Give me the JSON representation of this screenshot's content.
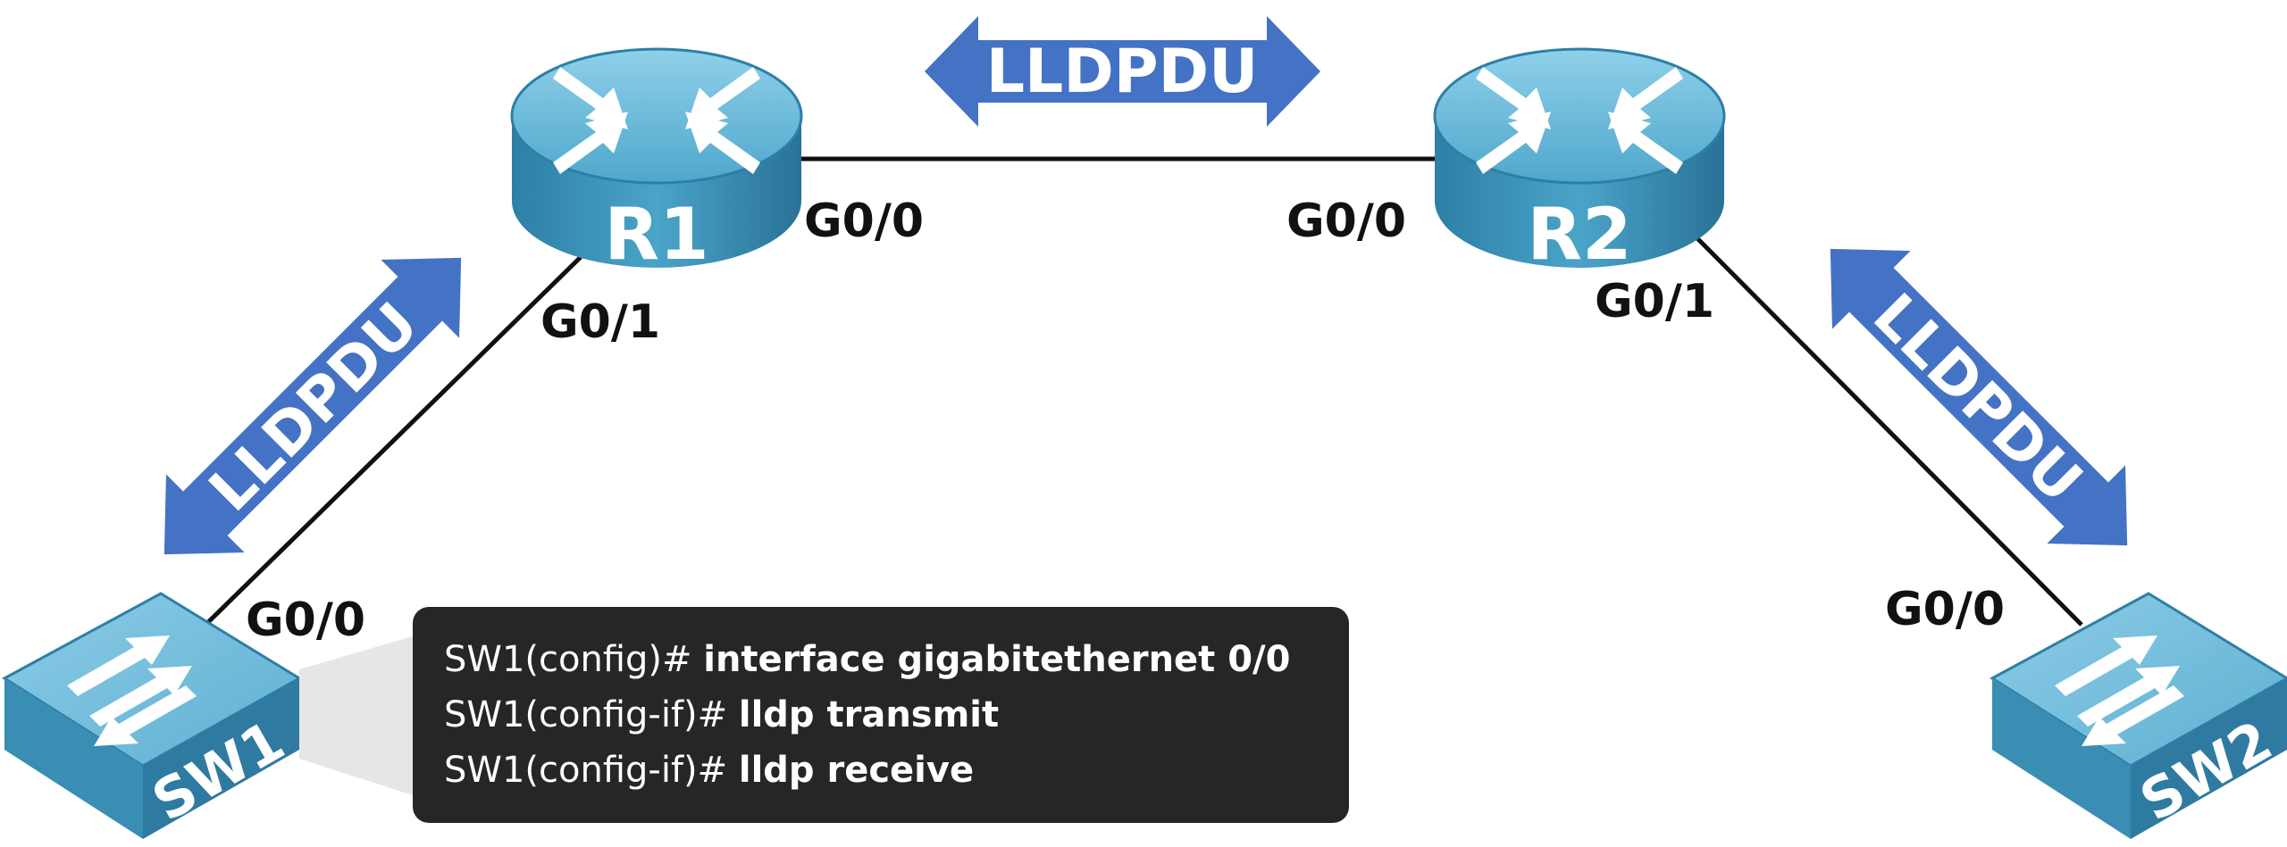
{
  "devices": {
    "r1": "R1",
    "r2": "R2",
    "sw1": "SW1",
    "sw2": "SW2"
  },
  "ports": {
    "r1_g00": "G0/0",
    "r1_g01": "G0/1",
    "r2_g00": "G0/0",
    "r2_g01": "G0/1",
    "sw1_g00": "G0/0",
    "sw2_g00": "G0/0"
  },
  "arrows": {
    "top": "LLDPDU",
    "left": "LLDPDU",
    "right": "LLDPDU"
  },
  "terminal": {
    "lines": [
      {
        "prompt": "SW1(config)# ",
        "command": "interface gigabitethernet 0/0"
      },
      {
        "prompt": "SW1(config-if)# ",
        "command": "lldp transmit"
      },
      {
        "prompt": "SW1(config-if)# ",
        "command": "lldp receive"
      }
    ]
  },
  "colors": {
    "arrow_blue": "#4472c4",
    "device_blue": "#3f93b6",
    "terminal_bg": "#262626"
  }
}
